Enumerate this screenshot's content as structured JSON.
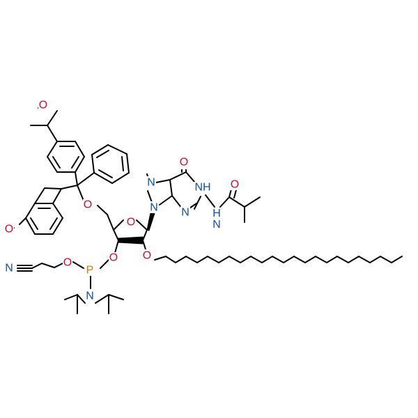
{
  "molecule": {
    "atoms": [
      {
        "id": "O_ome1",
        "label": "O"
      },
      {
        "id": "O_ome2",
        "label": "O"
      },
      {
        "id": "O_5",
        "label": "O"
      },
      {
        "id": "O_ring",
        "label": "O"
      },
      {
        "id": "N9",
        "label": "N"
      },
      {
        "id": "N7",
        "label": "N"
      },
      {
        "id": "N3",
        "label": "N"
      },
      {
        "id": "N1H",
        "label": "NH"
      },
      {
        "id": "O6",
        "label": "O"
      },
      {
        "id": "NH_amide",
        "label": "H\nN"
      },
      {
        "id": "O_amide",
        "label": "O"
      },
      {
        "id": "O_3",
        "label": "O"
      },
      {
        "id": "O_2",
        "label": "O"
      },
      {
        "id": "P",
        "label": "P"
      },
      {
        "id": "O_P",
        "label": "O"
      },
      {
        "id": "N_P",
        "label": "N"
      },
      {
        "id": "N_cyano",
        "label": "N"
      }
    ],
    "colors": {
      "N": "#0d4fa8",
      "O": "#c8102e",
      "P": "#d07c00",
      "bond": "#000000"
    }
  }
}
